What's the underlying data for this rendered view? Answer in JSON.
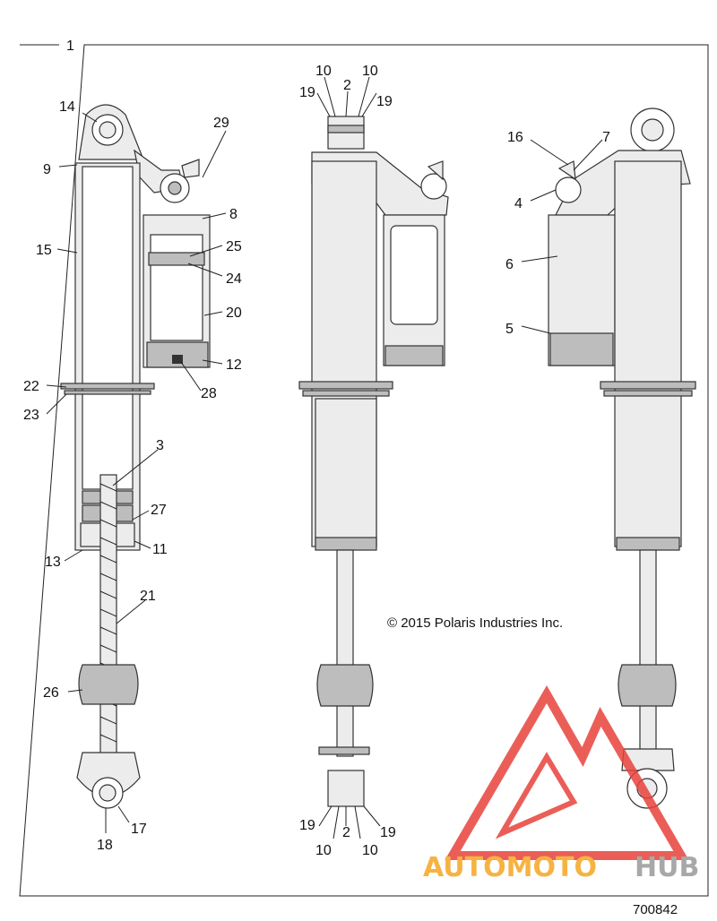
{
  "frame_label": "1",
  "copyright": "© 2015 Polaris Industries Inc.",
  "reference_number": "700842",
  "watermark": {
    "part1": "AUTOMOTO",
    "part2": "HUB",
    "color_orange": "#f5a623",
    "color_gray": "#9a9a9a",
    "logo_color": "#e8423c"
  },
  "callouts": {
    "c14": "14",
    "c29": "29",
    "c9": "9",
    "c8": "8",
    "c15": "15",
    "c25": "25",
    "c24": "24",
    "c20": "20",
    "c12": "12",
    "c28": "28",
    "c22": "22",
    "c23": "23",
    "c3": "3",
    "c27": "27",
    "c13": "13",
    "c11": "11",
    "c21": "21",
    "c26": "26",
    "c18": "18",
    "c17": "17",
    "m10a": "10",
    "m10b": "10",
    "m2": "2",
    "m19a": "19",
    "m19b": "19",
    "b19a": "19",
    "b10a": "10",
    "b2": "2",
    "b10b": "10",
    "b19b": "19",
    "c16": "16",
    "c7": "7",
    "c4": "4",
    "c6": "6",
    "c5": "5"
  }
}
